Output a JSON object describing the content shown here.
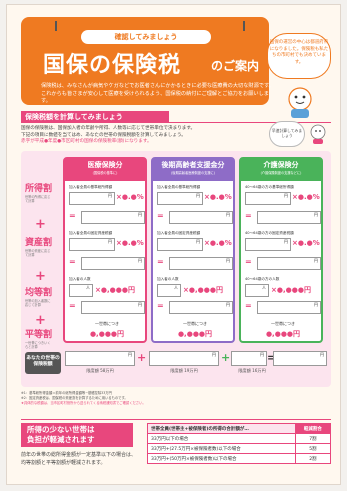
{
  "header": {
    "check_title": "確認してみましょう",
    "main_title": "国保の保険税",
    "main_title_suffix": "のご案内",
    "intro": "保険税は、みなさんが病気やケガなどでお医者さんにかかるときに必要な医療費の大切な財源です。これからも皆さまが安心して医療を受けられるよう、国保税の納付にご理解とご協力をお願いします。",
    "bubble": "国保の運営の中心は都道府県になりました。保険税も私たちの市町村でも決めています。"
  },
  "section": {
    "tag": "保険税額を計算してみましょう",
    "desc_1": "国保の保険税は、国保加入者の年齢や所得、人数等に応じて世帯単位で決まります。",
    "desc_2": "下記の項目に数値を当てはめ、あなたの世帯の保険税額を計算してみましょう。",
    "desc_hl": "赤字が平成●年度●市区町村の国保の保険税率(額)になります。",
    "calc_bubble": "早速計算してみましょう"
  },
  "rows": [
    {
      "label": "所得割",
      "sub": "世帯の所得に応じて計算"
    },
    {
      "label": "資産割",
      "sub": "世帯の資産に応じて計算"
    },
    {
      "label": "均等割",
      "sub": "世帯の加入者数に応じて計算"
    },
    {
      "label": "平等割",
      "sub": "一世帯につきいくらと計算"
    }
  ],
  "columns": [
    {
      "title": "医療保険分",
      "subtitle": "(国保税の基準に)",
      "cells": [
        "加入者全員の基準総所得額",
        "加入者全員の固定資産税額",
        "加入者の人数"
      ],
      "rate_1": "×●.●%",
      "rate_2": "×●.●%",
      "rate_3": "×●,●●●円",
      "flat_label": "一世帯につき",
      "flat_value": "●,●●●円"
    },
    {
      "title": "後期高齢者支援金分",
      "subtitle": "(後期高齢者医療制度の支援に)",
      "cells": [
        "加入者全員の基準総所得額",
        "加入者全員の固定資産税額",
        "加入者の人数"
      ],
      "rate_1": "×●.●%",
      "rate_2": "×●.●%",
      "rate_3": "×●,●●●円",
      "flat_label": "一世帯につき",
      "flat_value": "●,●●●円"
    },
    {
      "title": "介護保険分",
      "subtitle": "(介護保険制度の支援などに)",
      "cells": [
        "40〜64歳の方の基準総所得額",
        "40〜64歳の方の固定資産税額",
        "40〜64歳の方の人数"
      ],
      "rate_1": "×●.●%",
      "rate_2": "×●.●%",
      "rate_3": "×●,●●●円",
      "flat_label": "一世帯につき",
      "flat_value": "●,●●●円"
    }
  ],
  "cell_unit": "円",
  "total": {
    "label": "あなたの世帯の保険税額",
    "limit_1": "限度額 58万円",
    "limit_2": "限度額 19万円",
    "limit_3": "限度額 16万円",
    "unit": "円"
  },
  "notes": {
    "n1": "※1：基準総所得金額＝前年の総所得金額等−基礎控除33万円",
    "n2": "※2：固定資産税は、国保税の資産割を計算するために用いるものです。",
    "n3": "★具体的な税額は、当市区町村役所から送られてくる納税通知書でご確認ください。"
  },
  "bottom": {
    "tag_line1": "所得の少ない世帯は",
    "tag_line2": "負担が軽減されます",
    "desc": "前年の世帯の総所得金額が一定基準以下の場合は、均等割額と平等割額が軽減されます。",
    "table_header": "世帯全員(世帯主+被保険者)の所得の合計額が…",
    "table_rate_header": "軽減割合",
    "table_rows": [
      {
        "cond": "33万円以下の場合",
        "rate": "7割"
      },
      {
        "cond": "33万円+(27.5万円×被保険者数)以下の場合",
        "rate": "5割"
      },
      {
        "cond": "33万円+(50万円×被保険者数)以下の場合",
        "rate": "2割"
      }
    ]
  },
  "colors": {
    "orange": "#ef7a21",
    "pink": "#e8477d",
    "purple": "#8e6cc7",
    "green": "#4ab35a"
  }
}
